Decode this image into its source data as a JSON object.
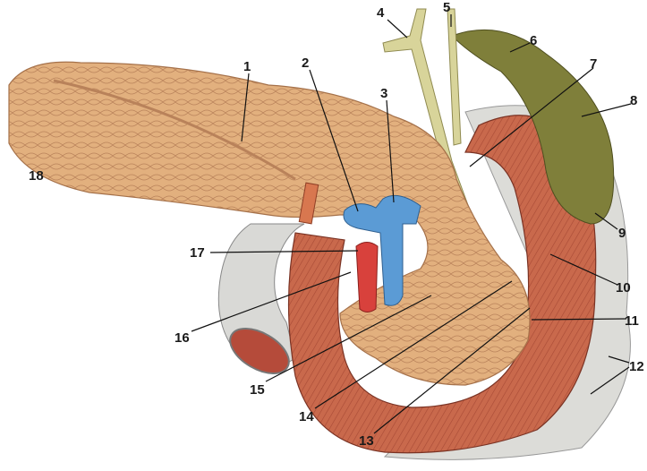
{
  "labels": [
    "1",
    "2",
    "3",
    "4",
    "5",
    "6",
    "7",
    "8",
    "9",
    "10",
    "11",
    "12",
    "13",
    "14",
    "15",
    "16",
    "17",
    "18"
  ],
  "colors": {
    "pancreas": "#e2b07e",
    "duodenum": "#c9694c",
    "gallbladder": "#7f7f3a",
    "vein": "#5b9bd5",
    "artery": "#d8413c",
    "intestine": "#d9d9d6",
    "duct": "#d8d49a"
  }
}
